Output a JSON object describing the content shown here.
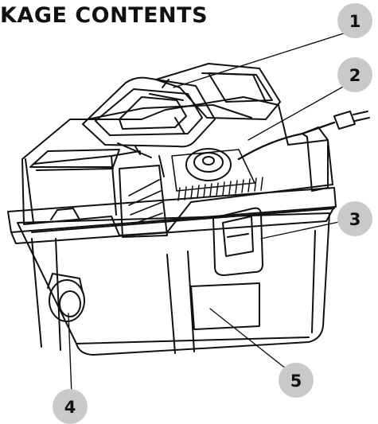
{
  "title": "KAGE CONTENTS",
  "callouts": [
    {
      "label": "1"
    },
    {
      "label": "2"
    },
    {
      "label": "3"
    },
    {
      "label": "4"
    },
    {
      "label": "5"
    }
  ]
}
